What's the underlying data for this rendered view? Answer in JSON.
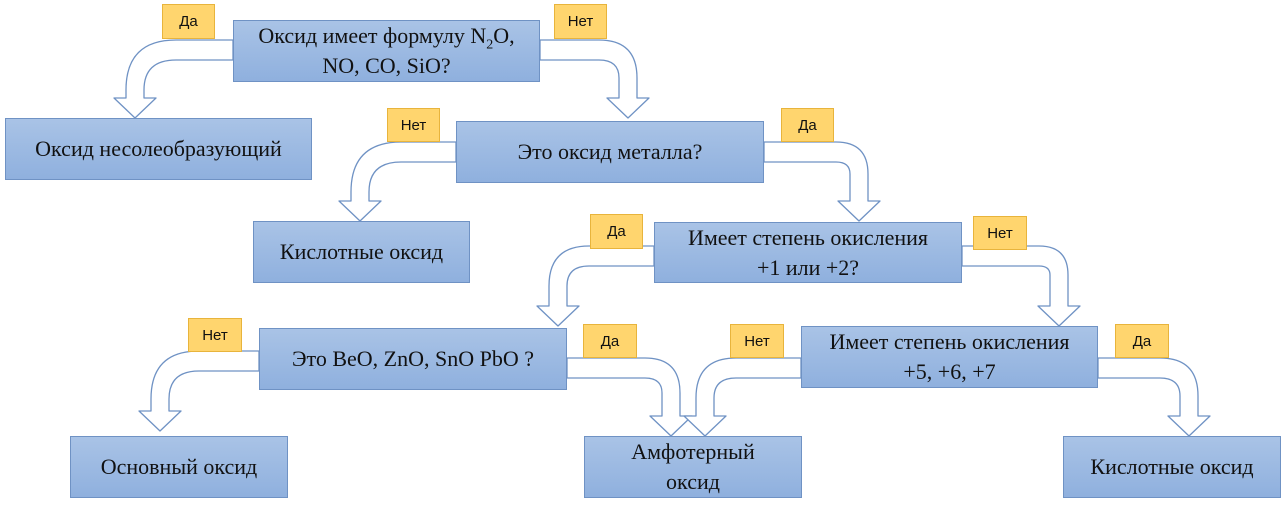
{
  "colors": {
    "box_fill": "#9ebbe2",
    "box_border": "#6f92c4",
    "label_fill": "#ffd56e",
    "label_border": "#e8b43c",
    "arrow_stroke": "#6f92c4"
  },
  "q1": {
    "pre": "Оксид имеет формулу N",
    "sub": "2",
    "post": "O,",
    "line2": "NO, CO, SiO?"
  },
  "q2": "Это оксид металла?",
  "q3": "Имеет степень окисления\n+1 или +2?",
  "q4": "Это BeO, ZnO, SnO PbO ?",
  "q5": "Имеет степень окисления\n+5, +6, +7",
  "r_nonsalt": "Оксид несолеобразующий",
  "r_acid1": "Кислотные оксид",
  "r_basic": "Основный оксид",
  "r_amph": "Амфотерный\nоксид",
  "r_acid2": "Кислотные оксид",
  "labels": {
    "q1_yes": "Да",
    "q1_no": "Нет",
    "q2_no": "Нет",
    "q2_yes": "Да",
    "q3_yes": "Да",
    "q3_no": "Нет",
    "q4_no": "Нет",
    "q4_yes": "Да",
    "q5_no": "Нет",
    "q5_yes": "Да"
  }
}
